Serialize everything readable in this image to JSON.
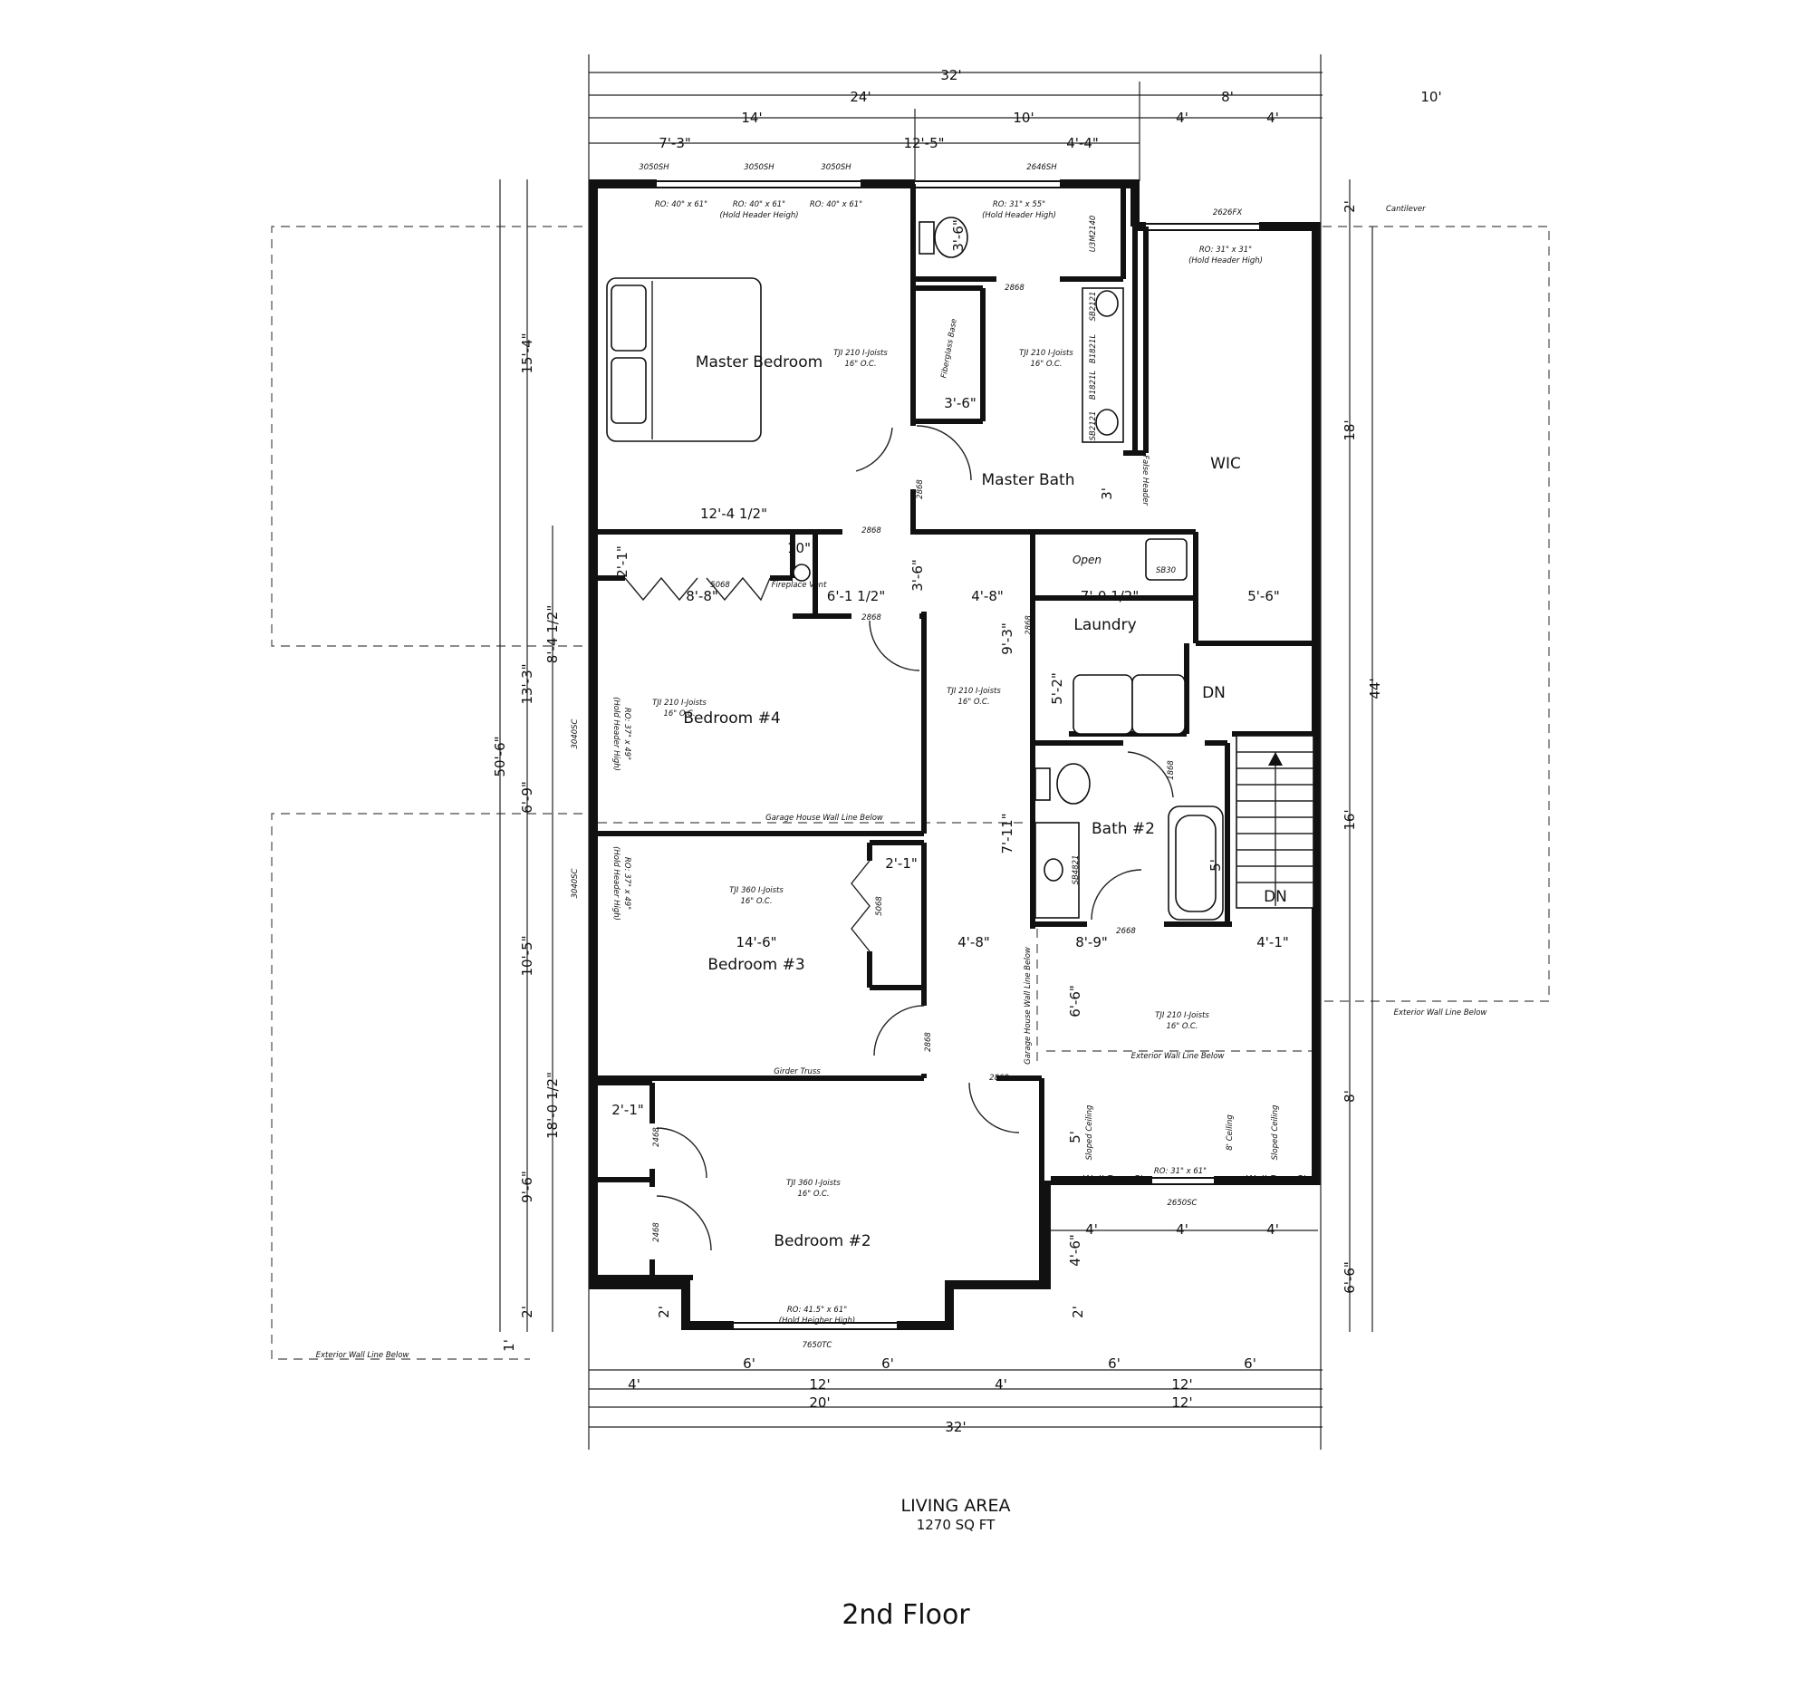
{
  "drawing": {
    "title": "2nd Floor",
    "area_label": "LIVING AREA",
    "area_value": "1270 SQ FT"
  },
  "rooms": {
    "master_bedroom": "Master Bedroom",
    "master_bath": "Master Bath",
    "wic": "WIC",
    "laundry": "Laundry",
    "bedroom4": "Bedroom #4",
    "bedroom3": "Bedroom #3",
    "bedroom2": "Bedroom #2",
    "bath2": "Bath #2",
    "dn_top": "DN",
    "dn_bottom": "DN",
    "open": "Open"
  },
  "dims_top": {
    "overall": "32'",
    "d24": "24'",
    "d8": "8'",
    "d10": "10'",
    "d14": "14'",
    "d10b": "10'",
    "d4a": "4'",
    "d4b": "4'",
    "d7_3": "7'-3\"",
    "d12_5": "12'-5\"",
    "d4_4": "4'-4\""
  },
  "dims_bottom": {
    "b6a": "6'",
    "b6b": "6'",
    "b6c": "6'",
    "b6d": "6'",
    "b4a": "4'",
    "b12a": "12'",
    "b4b": "4'",
    "b12b": "12'",
    "b20": "20'",
    "b12c": "12'",
    "b32": "32'",
    "p4a": "4'",
    "p4b": "4'",
    "p4c": "4'"
  },
  "dims_left": {
    "l50_6": "50'-6\"",
    "l15_4": "15'-4\"",
    "l13_3": "13'-3\"",
    "l8_4": "8'-4 1/2\"",
    "l6_9": "6'-9\"",
    "l10_5": "10'-5\"",
    "l18_0": "18'-0 1/2\"",
    "l9_6": "9'-6\"",
    "l2a": "2'",
    "l2b": "2'",
    "l1": "1'"
  },
  "dims_right": {
    "r44": "44'",
    "r18": "18'",
    "r16": "16'",
    "r8": "8'",
    "r6_6": "6'-6\"",
    "r2": "2'"
  },
  "dims_interior": {
    "i12_4": "12'-4 1/2\"",
    "i8_8": "8'-8\"",
    "i6_1": "6'-1 1/2\"",
    "i4_8a": "4'-8\"",
    "i7_0": "7'-0 1/2\"",
    "i5_6": "5'-6\"",
    "i14_6": "14'-6\"",
    "i4_8b": "4'-8\"",
    "i8_9": "8'-9\"",
    "i4_1": "4'-1\"",
    "i3_6a": "3'-6\"",
    "i3_6b": "3'-6\"",
    "i3_6c": "3'-6\"",
    "i9_3": "9'-3\"",
    "i5_2": "5'-2\"",
    "i7_11": "7'-11\"",
    "i6_6": "6'-6\"",
    "i4_6": "4'-6\"",
    "i5a": "5'",
    "i5b": "5'",
    "i2_1a": "2'-1\"",
    "i2_1b": "2'-1\"",
    "i2_1c": "2'-1\"",
    "i2": "2'",
    "i3": "3'",
    "i10": "10\""
  },
  "notes": {
    "w3050a": "3050SH",
    "w3050b": "3050SH",
    "w3050c": "3050SH",
    "w2646": "2646SH",
    "w2626": "2626FX",
    "w3040a": "3040SC",
    "w3040b": "3040SC",
    "w2650": "2650SC",
    "w7650": "7650TC",
    "ro40a": "RO: 40\" x 61\"",
    "ro40b": "RO: 40\" x 61\"",
    "ro40c": "RO: 40\" x 61\"",
    "holdhdr1": "(Hold Header Heigh)",
    "ro31x55": "RO: 31\" x 55\"",
    "holdhdr2": "(Hold Header High)",
    "ro31x31": "RO: 31\" x 31\"",
    "holdhdr3": "(Hold Header High)",
    "ro37a": "RO: 37\" x 49\"",
    "ro37a_h": "(Hold Header High)",
    "ro37b": "RO: 37\" x 49\"",
    "ro37b_h": "(Hold Header High)",
    "ro31x61": "RO: 31\" x 61\"",
    "ro41": "RO: 41.5\" x 61\"",
    "holdhdr4": "(Hold Heigher High)",
    "cantilever": "Cantilever",
    "tji1": "TJI 210 I-Joists",
    "tji1b": "16\" O.C.",
    "tji2": "TJI 210 I-Joists",
    "tji2b": "16\" O.C.",
    "tji3": "TJI 210 I-Joists",
    "tji3b": "16\" O.C.",
    "tji4": "TJI 210 I-Joists",
    "tji4b": "16\" O.C.",
    "tji5": "TJI 360 I-Joists",
    "tji5b": "16\" O.C.",
    "tji6": "TJI 210 I-Joists",
    "tji6b": "16\" O.C.",
    "tji7": "TJI 360 I-Joists",
    "tji7b": "16\" O.C.",
    "garage_line": "Garage House Wall Line Below",
    "garage_line_v": "Garage House Wall Line Below",
    "ext_line_a": "Exterior Wall Line Below",
    "ext_line_b": "Exterior Wall Line Below",
    "ext_line_c": "Exterior Wall Line Below",
    "girder": "Girder Truss",
    "fireplace": "Fireplace Vent",
    "false_header": "False Header",
    "fiberglass": "Fiberglass Base",
    "sloped1": "Sloped Ceiling",
    "sloped2": "Sloped Ceiling",
    "ceiling8": "8' Ceiling",
    "wall_drop1": "Wall Drop 2'",
    "wall_drop2": "Wall Drop 2'",
    "u3": "U3M2140",
    "sb1": "SB2121",
    "b1": "B1821L",
    "b2": "B1821L",
    "sb2": "SB2121",
    "sb30": "SB30",
    "sb4821": "SB4821",
    "d2868a": "2868",
    "d2868b": "2868",
    "d2868c": "2868",
    "d2868d": "2868",
    "d2868e": "2868",
    "d2868f": "2868",
    "d2868g": "2868",
    "d2468a": "2468",
    "d2468b": "2468",
    "d2668": "2668",
    "d5068a": "5068",
    "d5068b": "5068",
    "d1868": "1868"
  }
}
